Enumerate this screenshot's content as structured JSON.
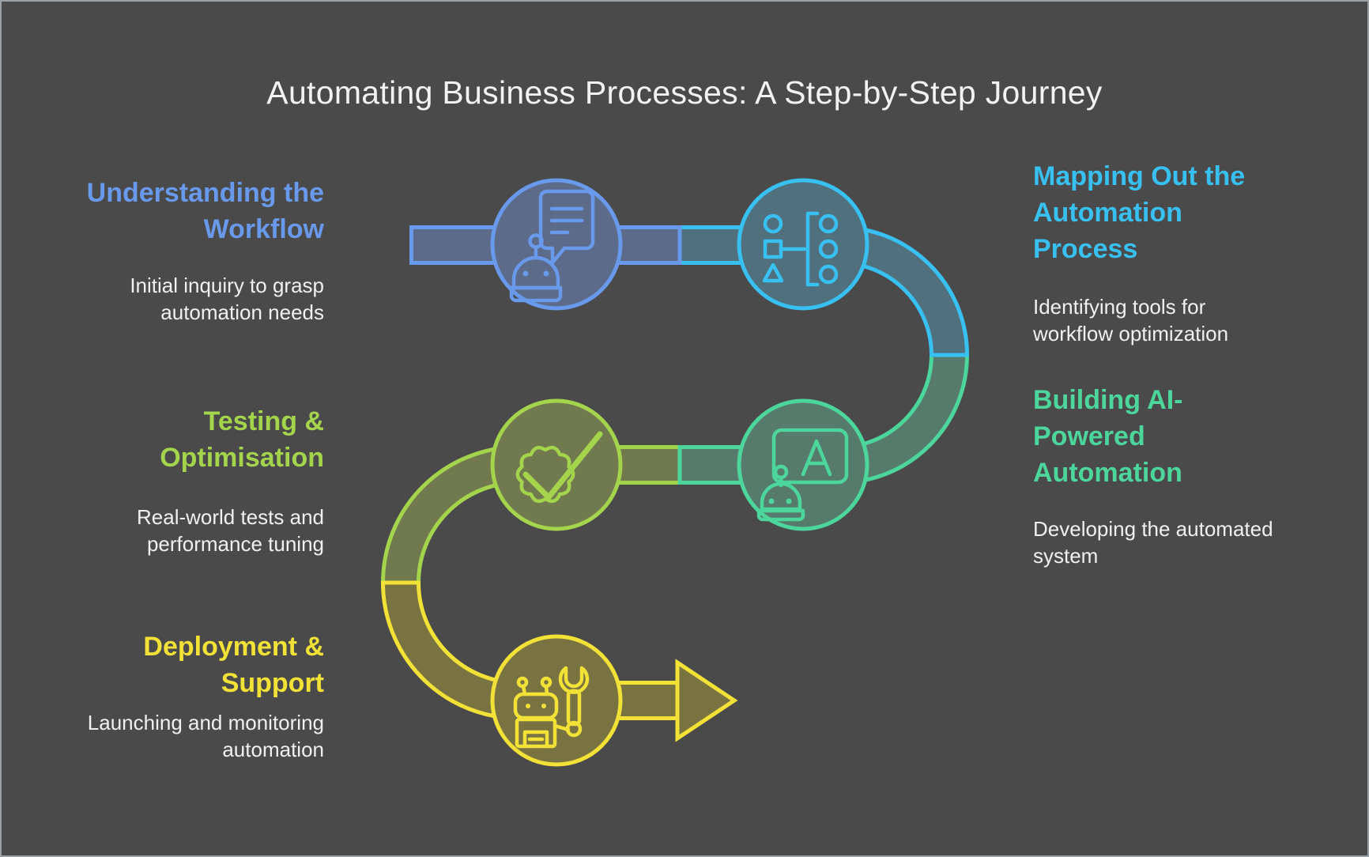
{
  "title": "Automating Business Processes: A Step-by-Step Journey",
  "colors": {
    "background": "#4a4a4b",
    "title_text": "#f2f2f2",
    "body_text": "#f0f0f0",
    "blue": "#6899ea",
    "cyan": "#38c1f0",
    "lime": "#a4d44c",
    "green": "#4cd69c",
    "yellow": "#f2e136",
    "blue_fill": "#5d6b8b",
    "cyan_fill": "#50707e",
    "lime_fill": "#717a4e",
    "green_fill": "#567a6b",
    "yellow_fill": "#797342"
  },
  "steps": [
    {
      "heading": "Understanding the\nWorkflow",
      "description": "Initial inquiry to grasp\nautomation needs",
      "color": "#6899ea",
      "icon": "chat-robot-icon"
    },
    {
      "heading": "Mapping Out the\nAutomation\nProcess",
      "description": "Identifying tools for\nworkflow optimization",
      "color": "#38c1f0",
      "icon": "shape-sorting-icon"
    },
    {
      "heading": "Testing &\nOptimisation",
      "description": "Real-world tests and\nperformance tuning",
      "color": "#a4d44c",
      "icon": "gear-checkmark-icon"
    },
    {
      "heading": "Building AI-\nPowered\nAutomation",
      "description": "Developing the automated\nsystem",
      "color": "#4cd69c",
      "icon": "ai-screen-robot-icon"
    },
    {
      "heading": "Deployment &\nSupport",
      "description": "Launching and monitoring\nautomation",
      "color": "#f2e136",
      "icon": "robot-wrench-icon"
    }
  ]
}
